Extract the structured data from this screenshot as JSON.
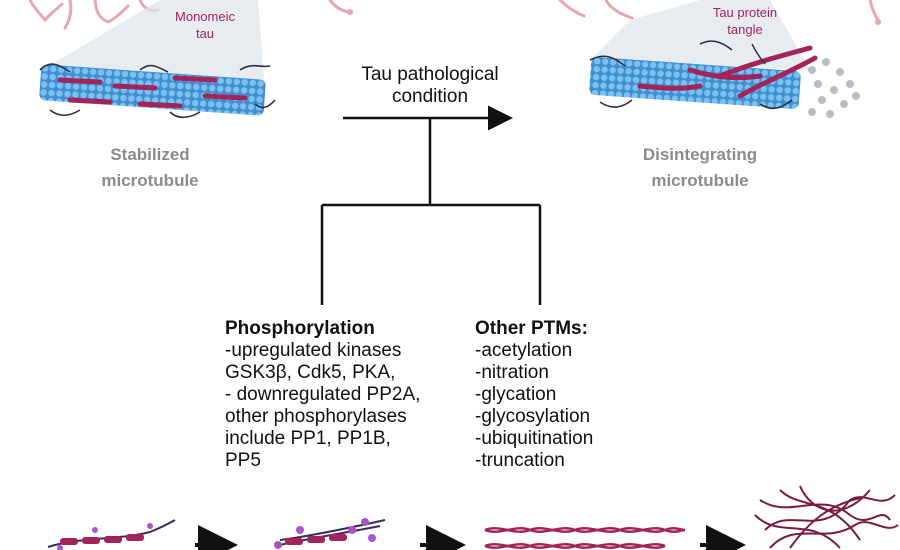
{
  "top": {
    "monomeric_label_line1": "Monomeic",
    "monomeric_label_line2": "tau",
    "tangle_label_line1": "Tau protein",
    "tangle_label_line2": "tangle",
    "stabilized_line1": "Stabilized",
    "stabilized_line2": "microtubule",
    "disintegrating_line1": "Disintegrating",
    "disintegrating_line2": "microtubule",
    "condition_line1": "Tau pathological",
    "condition_line2": "condition"
  },
  "phosphorylation": {
    "title": "Phosphorylation",
    "lines": [
      "-upregulated kinases",
      "GSK3β, Cdk5, PKA,",
      "- downregulated PP2A,",
      "other phosphorylases",
      "include PP1, PP1B,",
      "PP5"
    ]
  },
  "other_ptms": {
    "title": "Other PTMs:",
    "lines": [
      "-acetylation",
      "-nitration",
      "-glycation",
      "-glycosylation",
      "-ubiquitination",
      "-truncation"
    ]
  },
  "colors": {
    "tau": "#a3245a",
    "microtubule": "#4aa3e0",
    "neuron": "#e8a6ae",
    "arrow": "#111111",
    "grey_label": "#8c8c8c",
    "phospho_dot": "#a855c9"
  }
}
